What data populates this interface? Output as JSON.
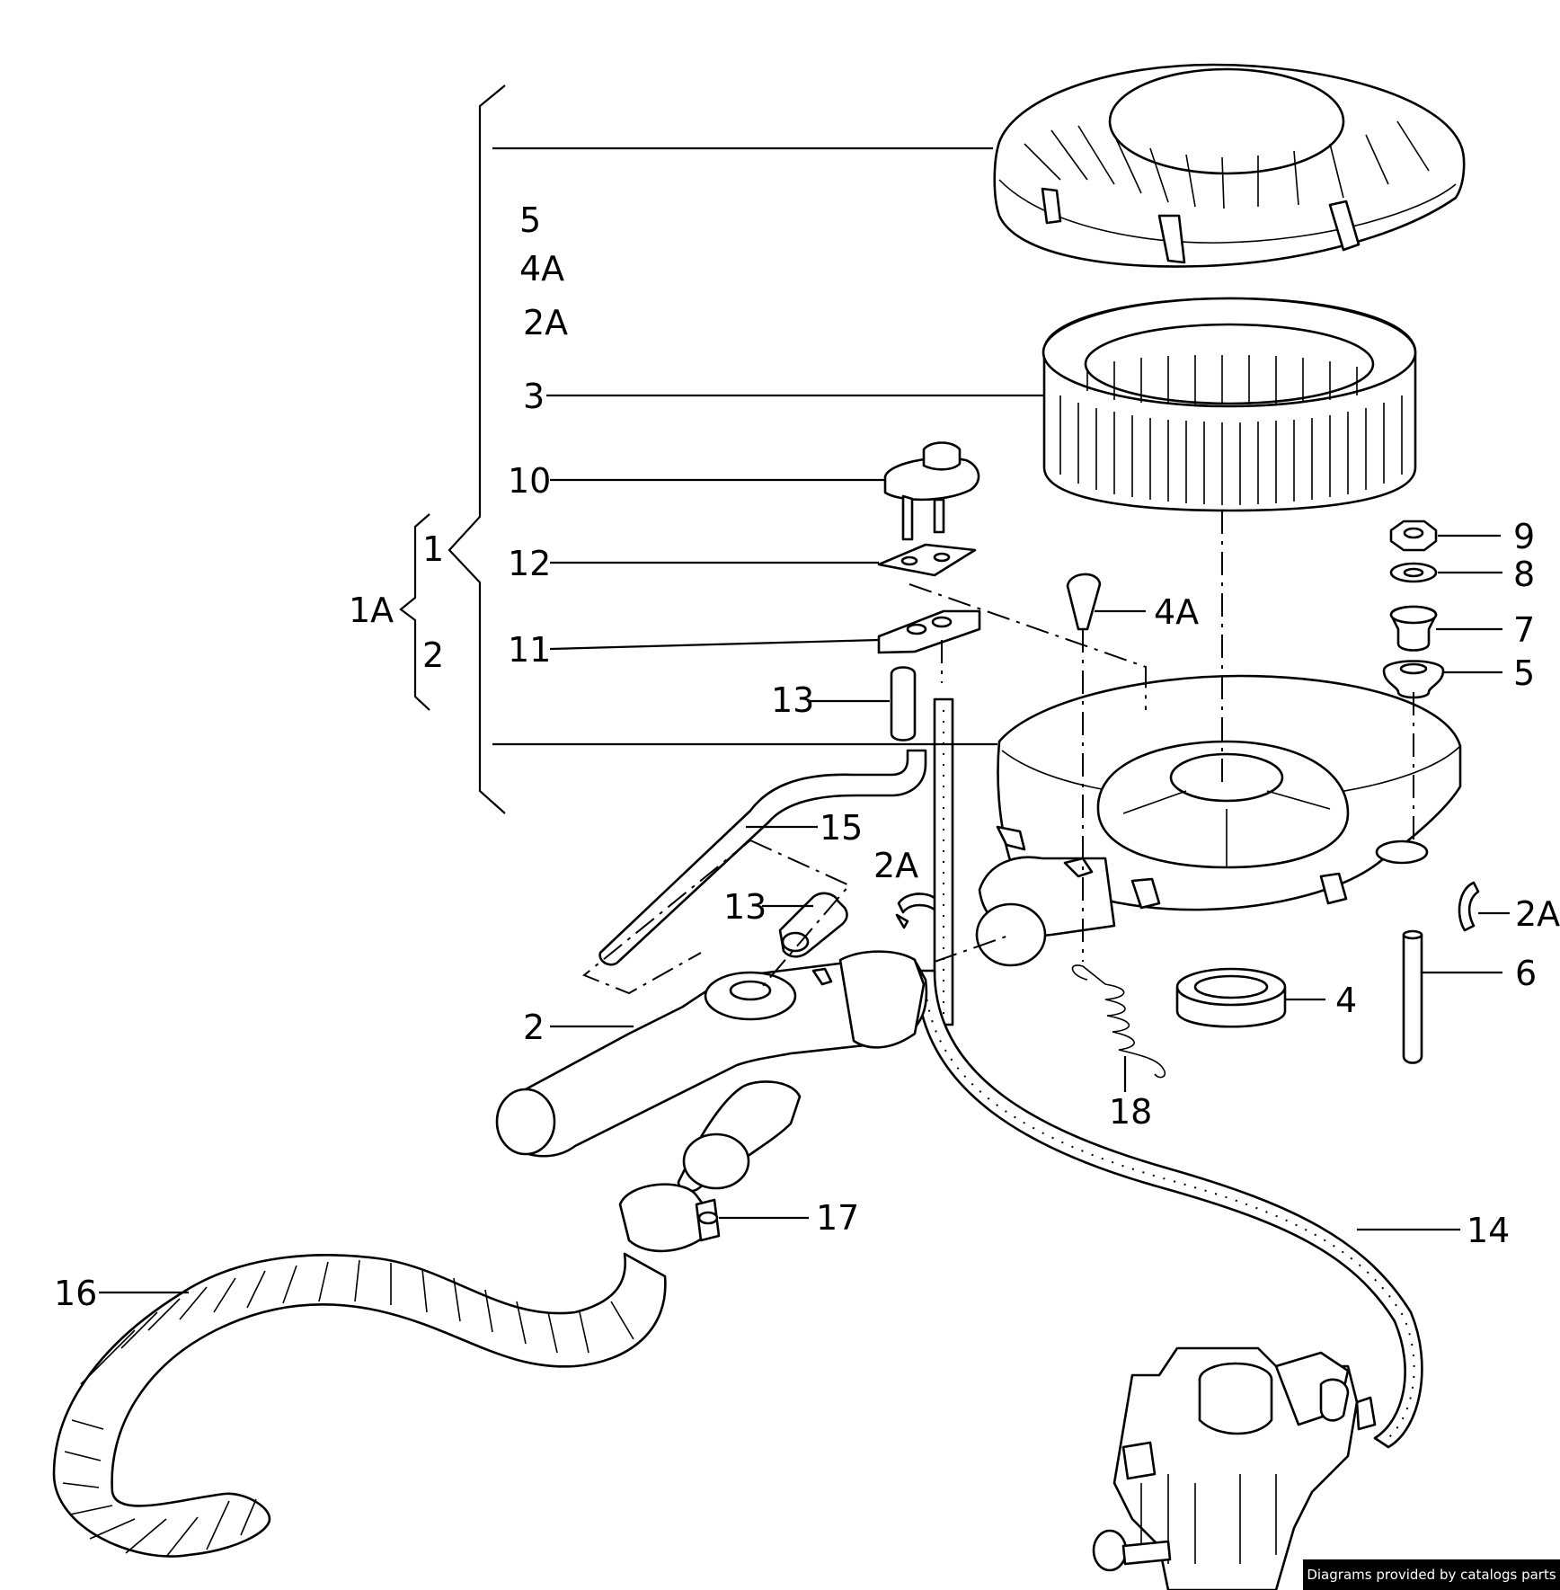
{
  "callouts": {
    "p1A": "1A",
    "p1": "1",
    "p2": "2",
    "p2_main": "2",
    "p2A_top": "2A",
    "p2A_mid": "2A",
    "p2A_right": "2A",
    "p3": "3",
    "p4": "4",
    "p4A_top": "4A",
    "p4A_mid": "4A",
    "p5_top": "5",
    "p5_right": "5",
    "p6": "6",
    "p7": "7",
    "p8": "8",
    "p9": "9",
    "p10": "10",
    "p11": "11",
    "p12": "12",
    "p13_top": "13",
    "p13_mid": "13",
    "p14": "14",
    "p15": "15",
    "p16": "16",
    "p17": "17",
    "p18": "18"
  },
  "footer": {
    "credit": "Diagrams provided by catalogs parts"
  }
}
